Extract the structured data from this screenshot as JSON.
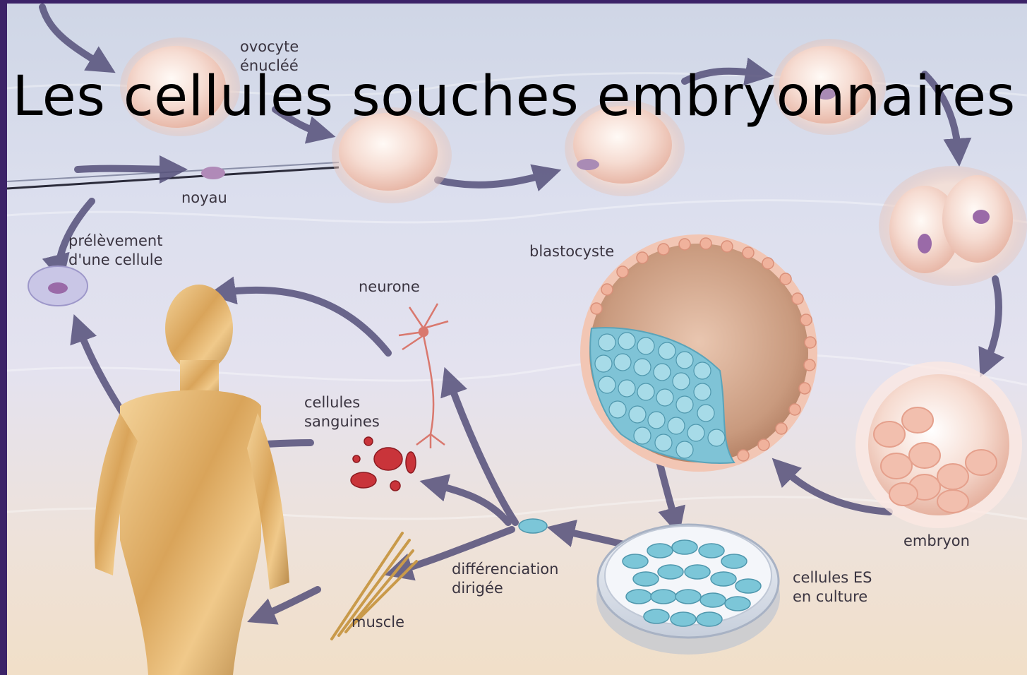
{
  "slide": {
    "title": "Les cellules souches embryonnaires"
  },
  "labels": {
    "ovocyte_line1": "ovocyte",
    "ovocyte_line2": "énucléé",
    "noyau": "noyau",
    "prelevement_line1": "prélèvement",
    "prelevement_line2": "d'une cellule",
    "blastocyste": "blastocyste",
    "neurone": "neurone",
    "sanguines_line1": "cellules",
    "sanguines_line2": "sanguines",
    "differenciation_line1": "différenciation",
    "differenciation_line2": "dirigée",
    "muscle": "muscle",
    "cellules_es_line1": "cellules ES",
    "cellules_es_line2": "en culture",
    "embryon": "embryon"
  },
  "colors": {
    "frame": "#3c2368",
    "arrow": "#55507a",
    "egg": "#f3cfc2",
    "human": "#e2b36a",
    "es_cells": "#7cc6d8",
    "blood": "#c9343a"
  }
}
